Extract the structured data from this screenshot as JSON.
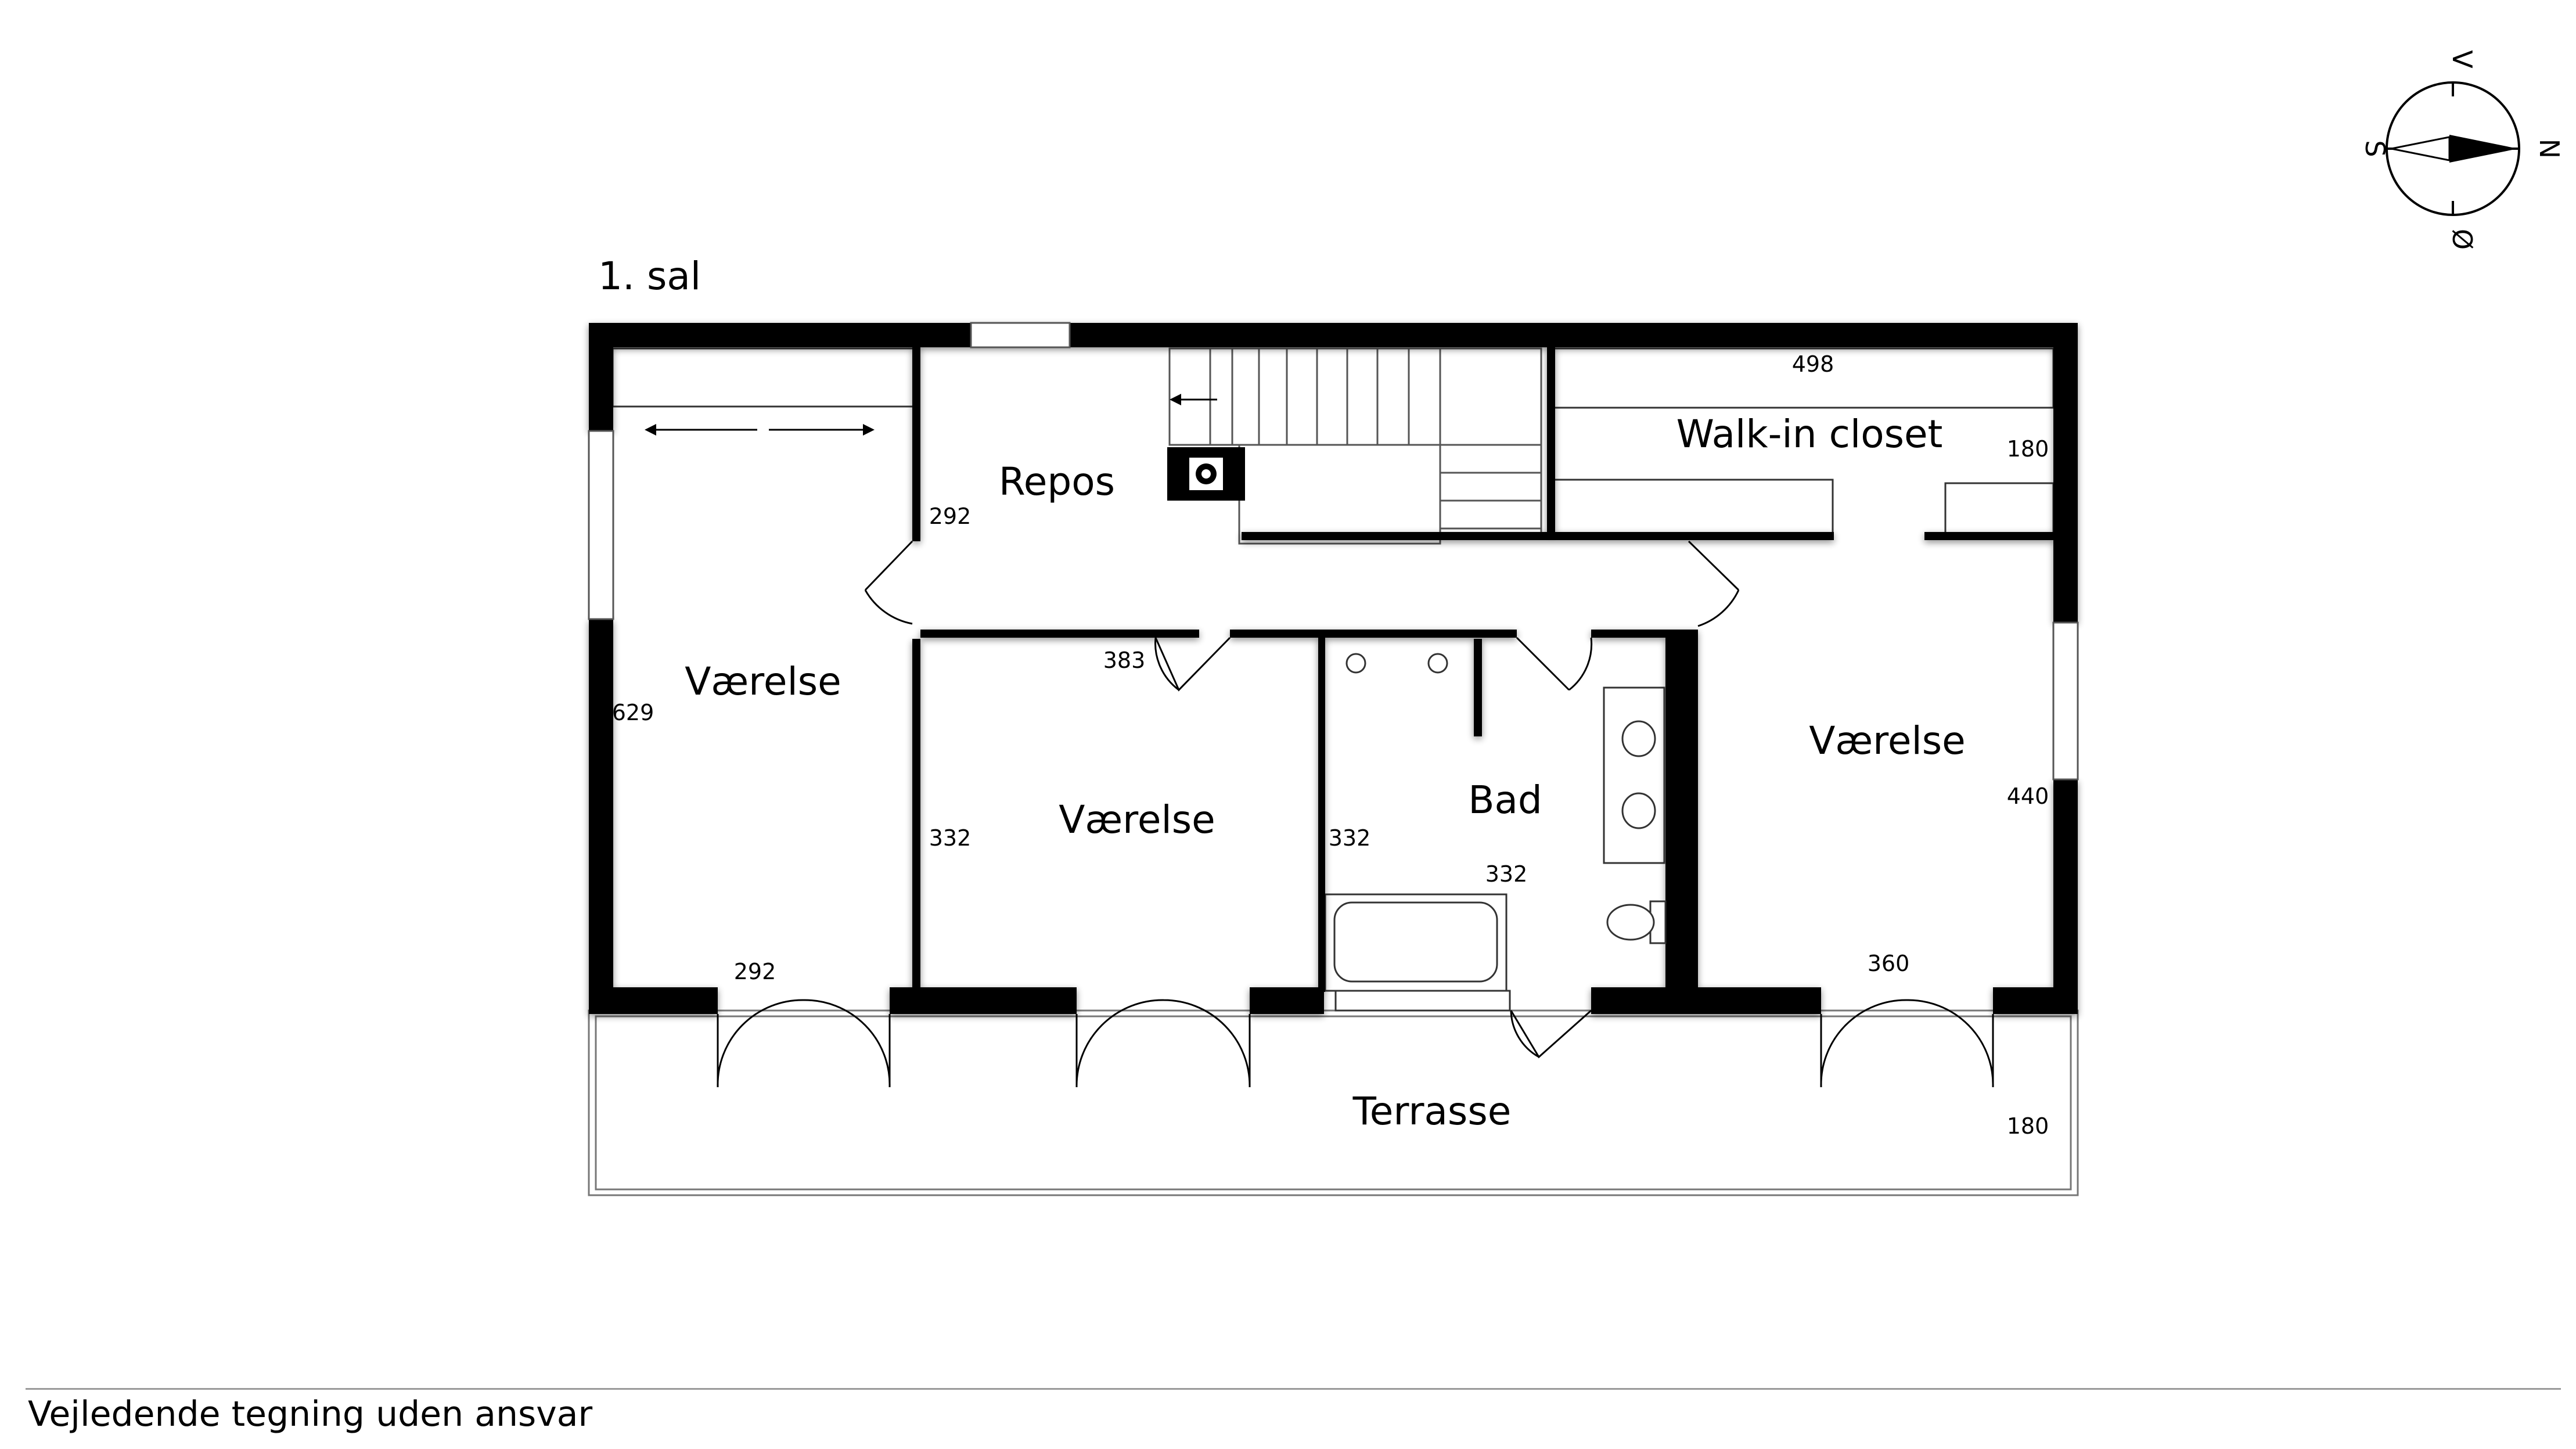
{
  "floor_title": "1. sal",
  "rooms": {
    "repos": "Repos",
    "walk_in_closet": "Walk-in closet",
    "vaerelse_left": "Værelse",
    "vaerelse_mid": "Værelse",
    "bad": "Bad",
    "vaerelse_right": "Værelse",
    "terrasse": "Terrasse"
  },
  "dimensions": {
    "walk_in_width": "498",
    "walk_in_depth": "180",
    "repos_depth": "292",
    "repos_width": "383",
    "vaerelse_left_length": "629",
    "vaerelse_left_width": "292",
    "vaerelse_mid_length": "332",
    "bad_length": "332",
    "bad_width": "332",
    "vaerelse_right_length": "440",
    "vaerelse_right_width": "360",
    "terrasse_depth": "180"
  },
  "compass": {
    "north": "N",
    "south": "S",
    "east": "Ø",
    "west": "V"
  },
  "footer": {
    "disclaimer": "Vejledende tegning uden ansvar"
  }
}
